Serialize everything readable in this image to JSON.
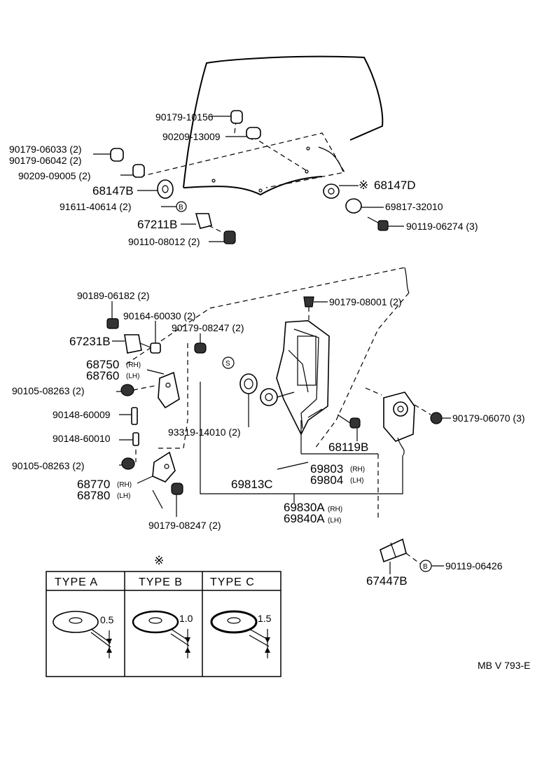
{
  "labels": {
    "p90179_10156": "90179-10156",
    "p90209_13009": "90209-13009",
    "p90179_06033": "90179-06033 (2)",
    "p90179_06042": "90179-06042 (2)",
    "p90209_09005": "90209-09005 (2)",
    "p68147B": "68147B",
    "p91611_40614": "91611-40614 (2)",
    "p67211B": "67211B",
    "p90110_08012": "90110-08012 (2)",
    "p68147D": "68147D",
    "p69817_32010": "69817-32010",
    "p90119_06274": "90119-06274 (3)",
    "p90189_06182": "90189-06182 (2)",
    "p90164_60030": "90164-60030 (2)",
    "p90179_08247a": "90179-08247 (2)",
    "p67231B": "67231B",
    "p68750": "68750",
    "p68760": "68760",
    "p90105_08263a": "90105-08263 (2)",
    "p90148_60009": "90148-60009",
    "p90148_60010": "90148-60010",
    "p90105_08263b": "90105-08263 (2)",
    "p68770": "68770",
    "p68780": "68780",
    "p90179_08247b": "90179-08247 (2)",
    "p93319_14010": "93319-14010 (2)",
    "p69813C": "69813C",
    "p90179_08001": "90179-08001 (2)",
    "p68119B": "68119B",
    "p69803": "69803",
    "p69804": "69804",
    "p90179_06070": "90179-06070 (3)",
    "p69830A": "69830A",
    "p69840A": "69840A",
    "p67447B": "67447B",
    "p90119_06426": "90119-06426",
    "rh": "(RH)",
    "lh": "(LH)",
    "rh2": "(RH)",
    "lh2": "(LH)",
    "rh3": "(RH)",
    "lh3": "(LH)",
    "rh4": "(RH)",
    "lh4": "(LH)",
    "mark_b": "B",
    "mark_b2": "B",
    "mark_s": "S",
    "asterisk": "※",
    "asterisk2": "※",
    "drawing_code": "MB V 793-E"
  },
  "type_table": {
    "columns": [
      {
        "name": "TYPE  A",
        "thickness": "0.5"
      },
      {
        "name": "TYPE  B",
        "thickness": "1.0"
      },
      {
        "name": "TYPE  C",
        "thickness": "1.5"
      }
    ]
  }
}
